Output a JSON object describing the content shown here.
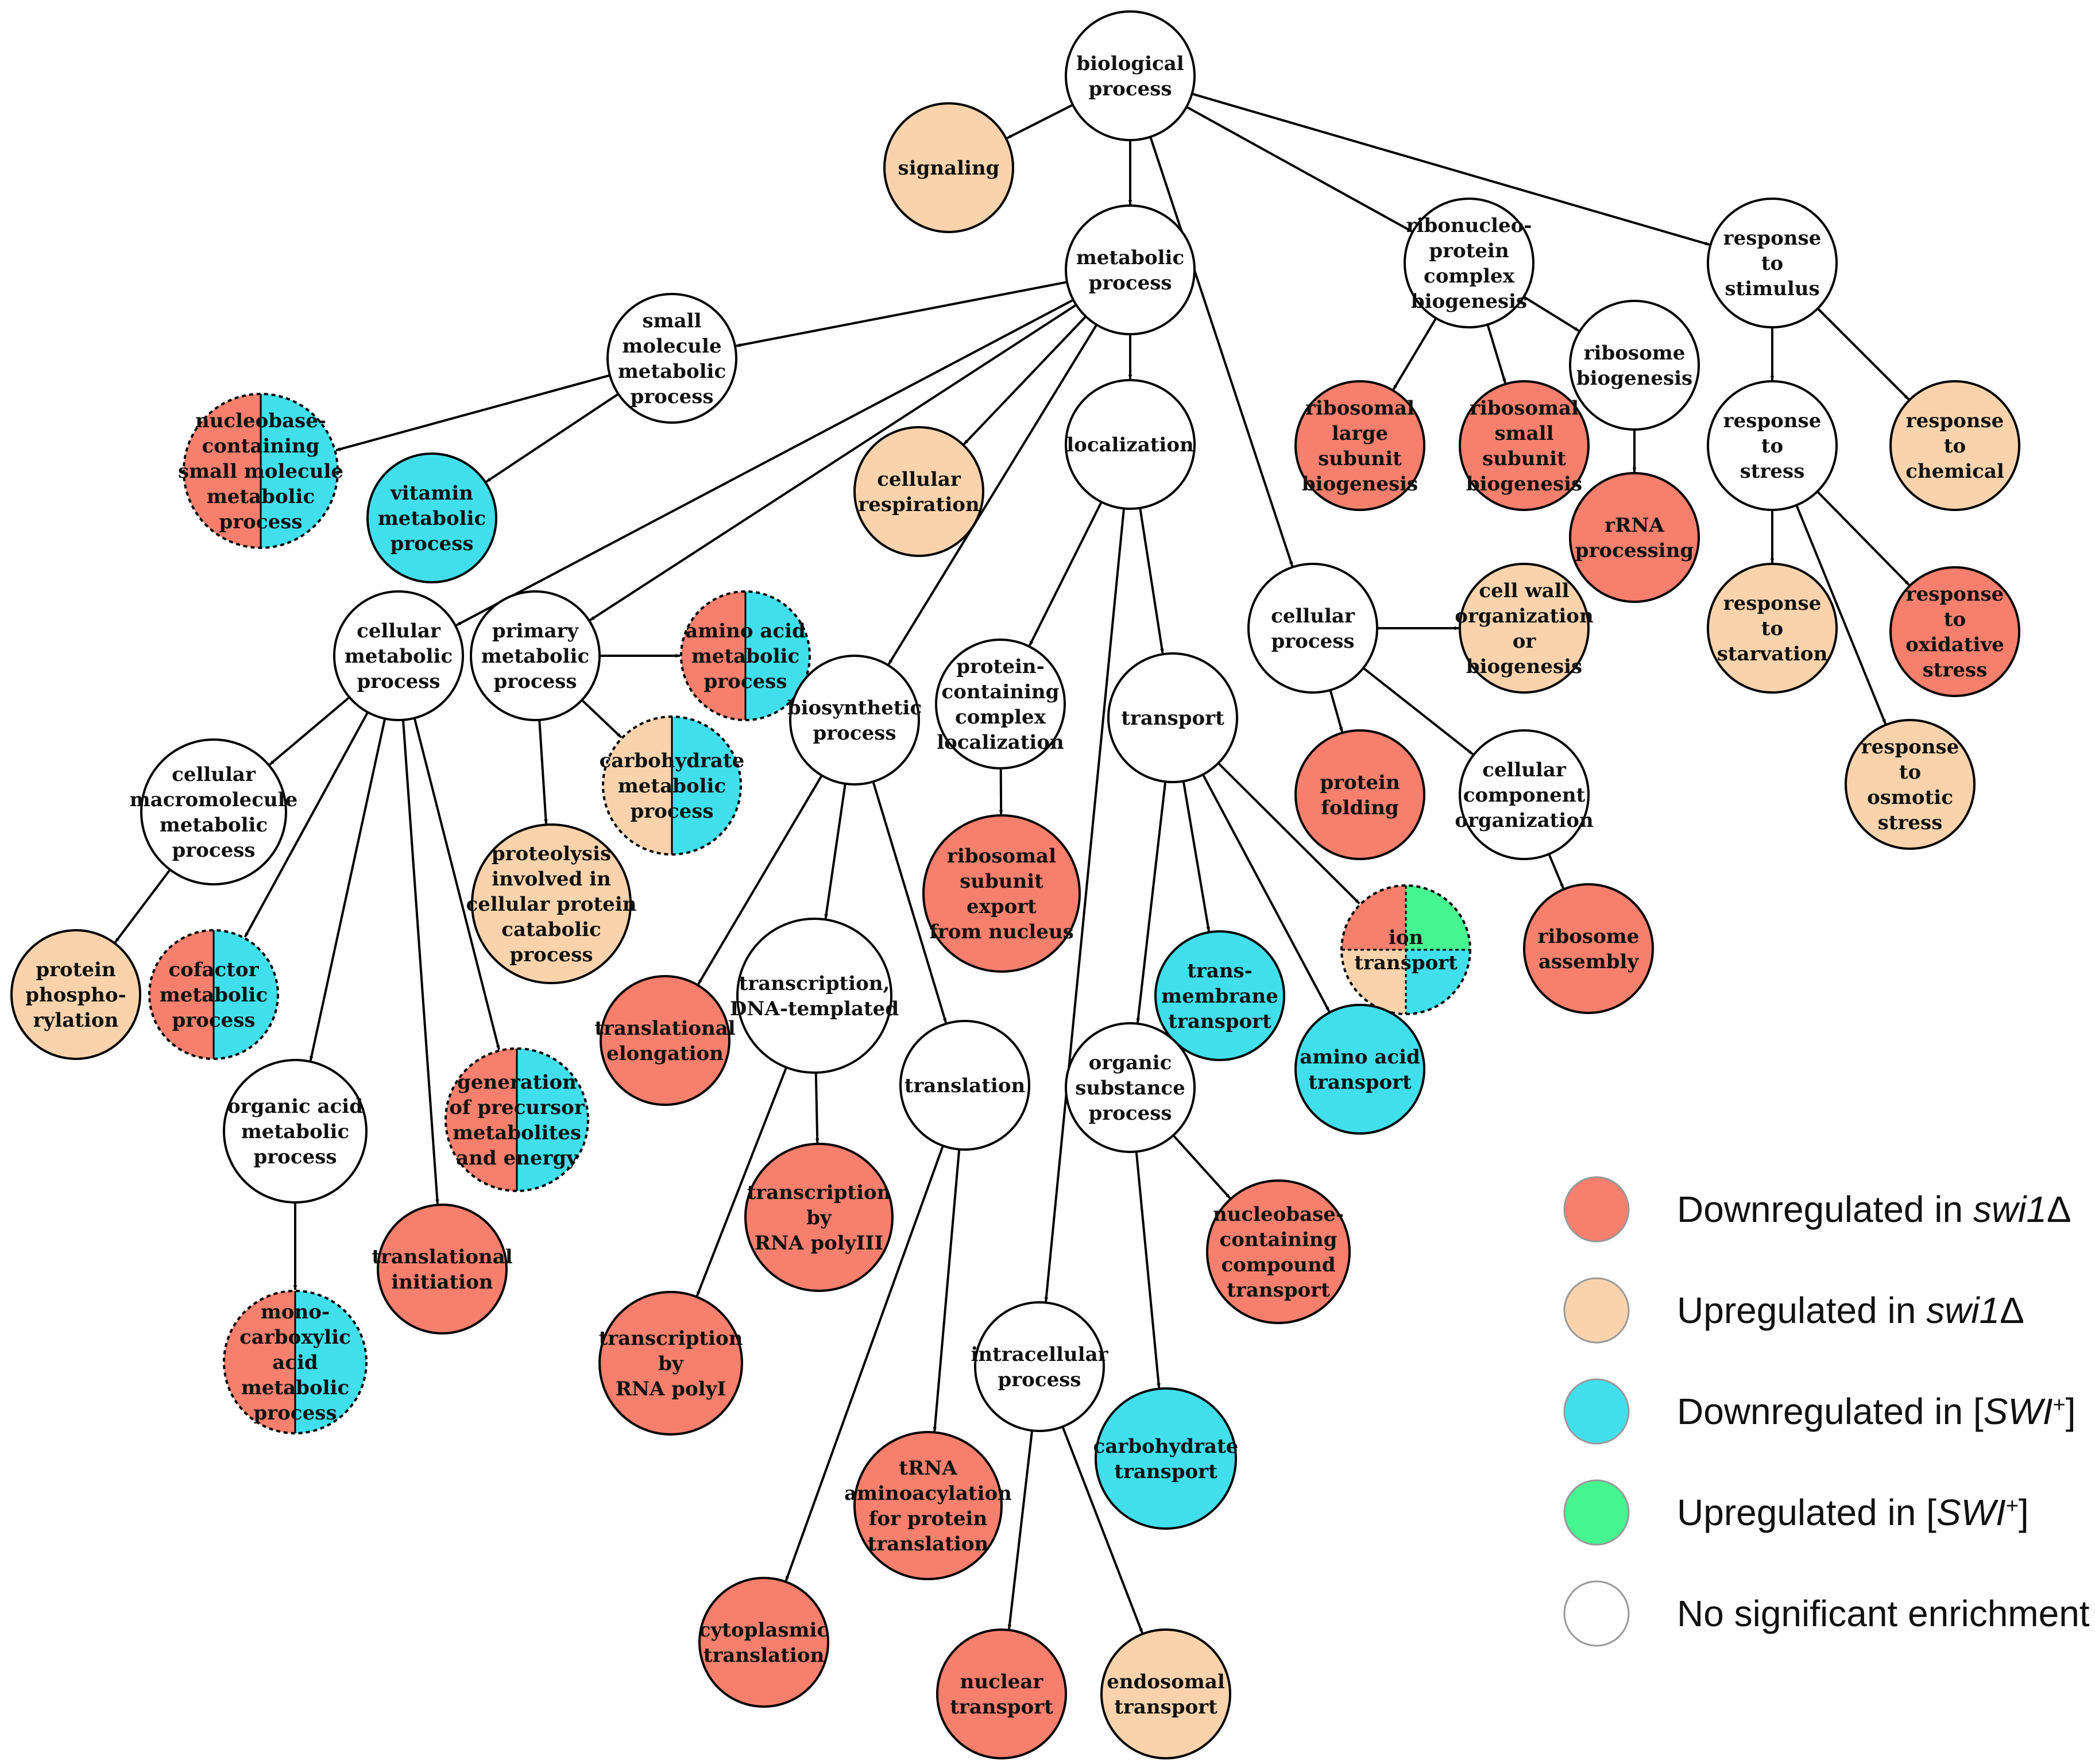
{
  "colors": {
    "down_swi1": "#f67f6e",
    "up_swi1": "#fad3ad",
    "down_SWI": "#41dfec",
    "up_SWI": "#45f58f",
    "none": "#ffffff"
  },
  "legend": [
    {
      "key": "down_swi1",
      "parts": [
        {
          "text": "Downregulated in "
        },
        {
          "text": "swi1",
          "style": "it"
        },
        {
          "text": "Δ"
        }
      ]
    },
    {
      "key": "up_swi1",
      "parts": [
        {
          "text": "Upregulated in "
        },
        {
          "text": "swi1",
          "style": "it"
        },
        {
          "text": "Δ"
        }
      ]
    },
    {
      "key": "down_SWI",
      "parts": [
        {
          "text": "Downregulated in ["
        },
        {
          "text": "SWI",
          "style": "it"
        },
        {
          "text": "+",
          "style": "sup"
        },
        {
          "text": "]"
        }
      ]
    },
    {
      "key": "up_SWI",
      "parts": [
        {
          "text": "Upregulated in ["
        },
        {
          "text": "SWI",
          "style": "it"
        },
        {
          "text": "+",
          "style": "sup"
        },
        {
          "text": "]"
        }
      ]
    },
    {
      "key": "none",
      "parts": [
        {
          "text": "No significant enrichment"
        }
      ]
    }
  ],
  "nodes": [
    {
      "id": "biological_process",
      "lines": [
        "biological",
        "process"
      ],
      "fill": [
        "none"
      ]
    },
    {
      "id": "signaling",
      "lines": [
        "signaling"
      ],
      "fill": [
        "up_swi1"
      ]
    },
    {
      "id": "metabolic_process",
      "lines": [
        "metabolic",
        "process"
      ],
      "fill": [
        "none"
      ]
    },
    {
      "id": "ribonucleoprotein_complex_biogenesis",
      "lines": [
        "ribonucleo-",
        "protein",
        "complex",
        "biogenesis"
      ],
      "fill": [
        "none"
      ]
    },
    {
      "id": "response_to_stimulus",
      "lines": [
        "response",
        "to",
        "stimulus"
      ],
      "fill": [
        "none"
      ]
    },
    {
      "id": "small_molecule_metabolic_process",
      "lines": [
        "small",
        "molecule",
        "metabolic",
        "process"
      ],
      "fill": [
        "none"
      ]
    },
    {
      "id": "nucleobase_small_molecule_metabolic_process",
      "lines": [
        "nucleobase-",
        "containing",
        "small molecule",
        "metabolic",
        "process"
      ],
      "fill": [
        "down_swi1",
        "down_SWI"
      ]
    },
    {
      "id": "vitamin_metabolic_process",
      "lines": [
        "vitamin",
        "metabolic",
        "process"
      ],
      "fill": [
        "down_SWI"
      ]
    },
    {
      "id": "cellular_respiration",
      "lines": [
        "cellular",
        "respiration"
      ],
      "fill": [
        "up_swi1"
      ]
    },
    {
      "id": "localization",
      "lines": [
        "localization"
      ],
      "fill": [
        "none"
      ]
    },
    {
      "id": "ribosomal_large_subunit_biogenesis",
      "lines": [
        "ribosomal",
        "large",
        "subunit",
        "biogenesis"
      ],
      "fill": [
        "down_swi1"
      ]
    },
    {
      "id": "ribosomal_small_subunit_biogenesis",
      "lines": [
        "ribosomal",
        "small",
        "subunit",
        "biogenesis"
      ],
      "fill": [
        "down_swi1"
      ]
    },
    {
      "id": "ribosome_biogenesis",
      "lines": [
        "ribosome",
        "biogenesis"
      ],
      "fill": [
        "none"
      ]
    },
    {
      "id": "rRNA_processing",
      "lines": [
        "rRNA",
        "processing"
      ],
      "fill": [
        "down_swi1"
      ]
    },
    {
      "id": "response_to_stress",
      "lines": [
        "response",
        "to",
        "stress"
      ],
      "fill": [
        "none"
      ]
    },
    {
      "id": "response_to_chemical",
      "lines": [
        "response",
        "to",
        "chemical"
      ],
      "fill": [
        "up_swi1"
      ]
    },
    {
      "id": "cellular_metabolic_process",
      "lines": [
        "cellular",
        "metabolic",
        "process"
      ],
      "fill": [
        "none"
      ]
    },
    {
      "id": "primary_metabolic_process",
      "lines": [
        "primary",
        "metabolic",
        "process"
      ],
      "fill": [
        "none"
      ]
    },
    {
      "id": "amino_acid_metabolic_process",
      "lines": [
        "amino acid",
        "metabolic",
        "process"
      ],
      "fill": [
        "down_swi1",
        "down_SWI"
      ]
    },
    {
      "id": "biosynthetic_process",
      "lines": [
        "biosynthetic",
        "process"
      ],
      "fill": [
        "none"
      ]
    },
    {
      "id": "protein_containing_complex_localization",
      "lines": [
        "protein-",
        "containing",
        "complex",
        "localization"
      ],
      "fill": [
        "none"
      ]
    },
    {
      "id": "transport",
      "lines": [
        "transport"
      ],
      "fill": [
        "none"
      ]
    },
    {
      "id": "cellular_process",
      "lines": [
        "cellular",
        "process"
      ],
      "fill": [
        "none"
      ]
    },
    {
      "id": "cell_wall_organization",
      "lines": [
        "cell wall",
        "organization",
        "or",
        "biogenesis"
      ],
      "fill": [
        "up_swi1"
      ]
    },
    {
      "id": "response_to_starvation",
      "lines": [
        "response",
        "to",
        "starvation"
      ],
      "fill": [
        "up_swi1"
      ]
    },
    {
      "id": "response_to_oxidative_stress",
      "lines": [
        "response",
        "to",
        "oxidative",
        "stress"
      ],
      "fill": [
        "down_swi1"
      ]
    },
    {
      "id": "response_to_osmotic_stress",
      "lines": [
        "response",
        "to",
        "osmotic",
        "stress"
      ],
      "fill": [
        "up_swi1"
      ]
    },
    {
      "id": "cellular_macromolecule_metabolic_process",
      "lines": [
        "cellular",
        "macromolecule",
        "metabolic",
        "process"
      ],
      "fill": [
        "none"
      ]
    },
    {
      "id": "carbohydrate_metabolic_process",
      "lines": [
        "carbohydrate",
        "metabolic",
        "process"
      ],
      "fill": [
        "up_swi1",
        "down_SWI"
      ]
    },
    {
      "id": "proteolysis",
      "lines": [
        "proteolysis",
        "involved in",
        "cellular protein",
        "catabolic",
        "process"
      ],
      "fill": [
        "up_swi1"
      ]
    },
    {
      "id": "ribosomal_subunit_export",
      "lines": [
        "ribosomal",
        "subunit",
        "export",
        "from nucleus"
      ],
      "fill": [
        "down_swi1"
      ]
    },
    {
      "id": "protein_folding",
      "lines": [
        "protein",
        "folding"
      ],
      "fill": [
        "down_swi1"
      ]
    },
    {
      "id": "cellular_component_organization",
      "lines": [
        "cellular",
        "component",
        "organization"
      ],
      "fill": [
        "none"
      ]
    },
    {
      "id": "protein_phosphorylation",
      "lines": [
        "protein",
        "phospho-",
        "rylation"
      ],
      "fill": [
        "up_swi1"
      ]
    },
    {
      "id": "cofactor_metabolic_process",
      "lines": [
        "cofactor",
        "metabolic",
        "process"
      ],
      "fill": [
        "down_swi1",
        "down_SWI"
      ]
    },
    {
      "id": "transcription_dna_templated",
      "lines": [
        "transcription,",
        "DNA-templated"
      ],
      "fill": [
        "none"
      ]
    },
    {
      "id": "translational_elongation",
      "lines": [
        "translational",
        "elongation"
      ],
      "fill": [
        "down_swi1"
      ]
    },
    {
      "id": "ion_transport",
      "lines": [
        "ion",
        "transport"
      ],
      "fill": [
        "down_swi1",
        "up_SWI",
        "down_SWI",
        "up_swi1"
      ]
    },
    {
      "id": "ribosome_assembly",
      "lines": [
        "ribosome",
        "assembly"
      ],
      "fill": [
        "down_swi1"
      ]
    },
    {
      "id": "transmembrane_transport",
      "lines": [
        "trans-",
        "membrane",
        "transport"
      ],
      "fill": [
        "down_SWI"
      ]
    },
    {
      "id": "amino_acid_transport",
      "lines": [
        "amino acid",
        "transport"
      ],
      "fill": [
        "down_SWI"
      ]
    },
    {
      "id": "organic_acid_metabolic_process",
      "lines": [
        "organic acid",
        "metabolic",
        "process"
      ],
      "fill": [
        "none"
      ]
    },
    {
      "id": "generation_of_precursor_metabolites",
      "lines": [
        "generation",
        "of precursor",
        "metabolites",
        "and energy"
      ],
      "fill": [
        "down_swi1",
        "down_SWI"
      ]
    },
    {
      "id": "translation",
      "lines": [
        "translation"
      ],
      "fill": [
        "none"
      ]
    },
    {
      "id": "organic_substance_process",
      "lines": [
        "organic",
        "substance",
        "process"
      ],
      "fill": [
        "none"
      ]
    },
    {
      "id": "transcription_by_rna_polyIII",
      "lines": [
        "transcription",
        "by",
        "RNA polyIII"
      ],
      "fill": [
        "down_swi1"
      ]
    },
    {
      "id": "nucleobase_containing_compound_transport",
      "lines": [
        "nucleobase-",
        "containing",
        "compound",
        "transport"
      ],
      "fill": [
        "down_swi1"
      ]
    },
    {
      "id": "translational_initiation",
      "lines": [
        "translational",
        "initiation"
      ],
      "fill": [
        "down_swi1"
      ]
    },
    {
      "id": "monocarboxylic_acid_metabolic_process",
      "lines": [
        "mono-",
        "carboxylic",
        "acid",
        "metabolic",
        "process"
      ],
      "fill": [
        "down_swi1",
        "down_SWI"
      ]
    },
    {
      "id": "transcription_by_rna_polyI",
      "lines": [
        "transcription",
        "by",
        "RNA polyI"
      ],
      "fill": [
        "down_swi1"
      ]
    },
    {
      "id": "intracellular_process",
      "lines": [
        "intracellular",
        "process"
      ],
      "fill": [
        "none"
      ]
    },
    {
      "id": "carbohydrate_transport",
      "lines": [
        "carbohydrate",
        "transport"
      ],
      "fill": [
        "down_SWI"
      ]
    },
    {
      "id": "tRNA_aminoacylation",
      "lines": [
        "tRNA",
        "aminoacylation",
        "for protein",
        "translation"
      ],
      "fill": [
        "down_swi1"
      ]
    },
    {
      "id": "cytoplasmic_translation",
      "lines": [
        "cytoplasmic",
        "translation"
      ],
      "fill": [
        "down_swi1"
      ]
    },
    {
      "id": "nuclear_transport",
      "lines": [
        "nuclear",
        "transport"
      ],
      "fill": [
        "down_swi1"
      ]
    },
    {
      "id": "endosomal_transport",
      "lines": [
        "endosomal",
        "transport"
      ],
      "fill": [
        "up_swi1"
      ]
    }
  ],
  "edges": [
    [
      "biological_process",
      "signaling"
    ],
    [
      "biological_process",
      "metabolic_process"
    ],
    [
      "biological_process",
      "ribonucleoprotein_complex_biogenesis"
    ],
    [
      "biological_process",
      "response_to_stimulus"
    ],
    [
      "biological_process",
      "cellular_process"
    ],
    [
      "metabolic_process",
      "small_molecule_metabolic_process"
    ],
    [
      "metabolic_process",
      "cellular_respiration"
    ],
    [
      "metabolic_process",
      "localization"
    ],
    [
      "metabolic_process",
      "cellular_metabolic_process"
    ],
    [
      "metabolic_process",
      "primary_metabolic_process"
    ],
    [
      "metabolic_process",
      "biosynthetic_process"
    ],
    [
      "small_molecule_metabolic_process",
      "nucleobase_small_molecule_metabolic_process"
    ],
    [
      "small_molecule_metabolic_process",
      "vitamin_metabolic_process"
    ],
    [
      "ribonucleoprotein_complex_biogenesis",
      "ribosomal_large_subunit_biogenesis"
    ],
    [
      "ribonucleoprotein_complex_biogenesis",
      "ribosomal_small_subunit_biogenesis"
    ],
    [
      "ribonucleoprotein_complex_biogenesis",
      "ribosome_biogenesis"
    ],
    [
      "ribosome_biogenesis",
      "rRNA_processing"
    ],
    [
      "response_to_stimulus",
      "response_to_stress"
    ],
    [
      "response_to_stimulus",
      "response_to_chemical"
    ],
    [
      "response_to_stress",
      "response_to_starvation"
    ],
    [
      "response_to_stress",
      "response_to_oxidative_stress"
    ],
    [
      "response_to_stress",
      "response_to_osmotic_stress"
    ],
    [
      "localization",
      "protein_containing_complex_localization"
    ],
    [
      "localization",
      "transport"
    ],
    [
      "localization",
      "intracellular_process"
    ],
    [
      "cellular_process",
      "cell_wall_organization"
    ],
    [
      "cellular_process",
      "protein_folding"
    ],
    [
      "cellular_process",
      "cellular_component_organization"
    ],
    [
      "cellular_component_organization",
      "ribosome_assembly"
    ],
    [
      "cellular_metabolic_process",
      "cellular_macromolecule_metabolic_process"
    ],
    [
      "cellular_metabolic_process",
      "cofactor_metabolic_process"
    ],
    [
      "cellular_metabolic_process",
      "organic_acid_metabolic_process"
    ],
    [
      "cellular_metabolic_process",
      "translational_initiation"
    ],
    [
      "cellular_metabolic_process",
      "generation_of_precursor_metabolites"
    ],
    [
      "cellular_macromolecule_metabolic_process",
      "protein_phosphorylation"
    ],
    [
      "organic_acid_metabolic_process",
      "monocarboxylic_acid_metabolic_process"
    ],
    [
      "primary_metabolic_process",
      "amino_acid_metabolic_process"
    ],
    [
      "primary_metabolic_process",
      "carbohydrate_metabolic_process"
    ],
    [
      "primary_metabolic_process",
      "proteolysis"
    ],
    [
      "biosynthetic_process",
      "translational_elongation"
    ],
    [
      "biosynthetic_process",
      "transcription_dna_templated"
    ],
    [
      "biosynthetic_process",
      "translation"
    ],
    [
      "transcription_dna_templated",
      "transcription_by_rna_polyIII"
    ],
    [
      "transcription_dna_templated",
      "transcription_by_rna_polyI"
    ],
    [
      "translation",
      "tRNA_aminoacylation"
    ],
    [
      "translation",
      "cytoplasmic_translation"
    ],
    [
      "protein_containing_complex_localization",
      "ribosomal_subunit_export"
    ],
    [
      "transport",
      "transmembrane_transport"
    ],
    [
      "transport",
      "amino_acid_transport"
    ],
    [
      "transport",
      "ion_transport"
    ],
    [
      "transport",
      "organic_substance_process"
    ],
    [
      "organic_substance_process",
      "nucleobase_containing_compound_transport"
    ],
    [
      "organic_substance_process",
      "carbohydrate_transport"
    ],
    [
      "intracellular_process",
      "nuclear_transport"
    ],
    [
      "intracellular_process",
      "endosomal_transport"
    ]
  ]
}
